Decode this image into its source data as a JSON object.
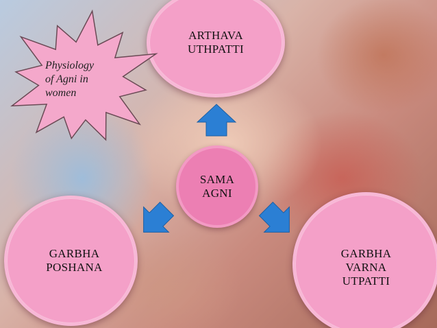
{
  "slide": {
    "callout": {
      "text": "Physiology\nof Agni in\nwomen"
    },
    "center": {
      "label": "SAMA\nAGNI"
    },
    "top": {
      "label": "ARTHAVA\nUTHPATTI"
    },
    "left": {
      "label": "GARBHA\nPOSHANA"
    },
    "right": {
      "label": "GARBHA\nVARNA\nUTPATTI"
    },
    "icons": {
      "up": "arrow-up-icon",
      "down_left": "arrow-down-left-icon",
      "down_right": "arrow-down-right-icon",
      "callout": "starburst-icon"
    },
    "colors": {
      "node_fill": "#f4a0c8",
      "center_fill": "#ec7fb3",
      "arrow": "#2b7fd4",
      "star_fill": "#f4a8cb"
    }
  }
}
